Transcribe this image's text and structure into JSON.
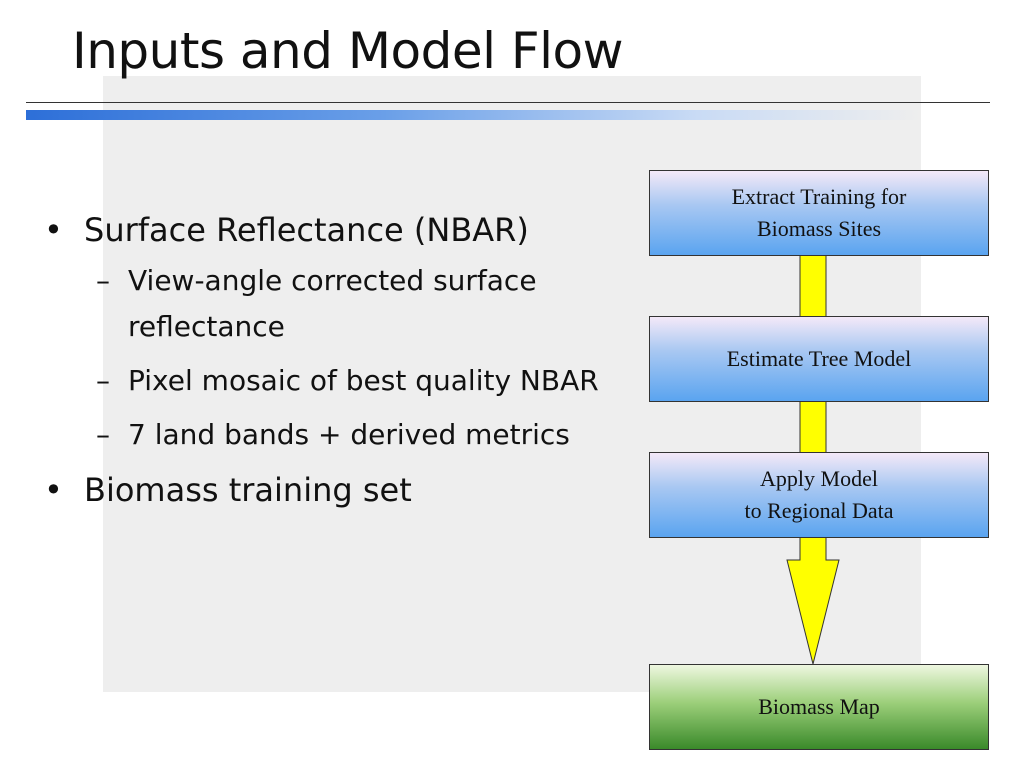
{
  "slide": {
    "title": "Inputs and Model Flow"
  },
  "bullets": [
    {
      "text": "Surface Reflectance (NBAR)",
      "subs": [
        "View-angle corrected surface reflectance",
        "Pixel mosaic of best quality NBAR",
        "7 land bands + derived metrics"
      ]
    },
    {
      "text": "Biomass training set",
      "subs": []
    }
  ],
  "flow": {
    "boxes": [
      {
        "line1": "Extract Training for",
        "line2": "Biomass Sites"
      },
      {
        "line1": "Estimate Tree Model",
        "line2": ""
      },
      {
        "line1": "Apply Model",
        "line2": "to Regional Data"
      },
      {
        "line1": "Biomass Map",
        "line2": ""
      }
    ],
    "connector_color": "#ffff00",
    "box_gradient_colors": [
      "#f4e9f8",
      "#5aa4f0"
    ],
    "output_gradient_colors": [
      "#eef7e0",
      "#3a8a2a"
    ]
  }
}
